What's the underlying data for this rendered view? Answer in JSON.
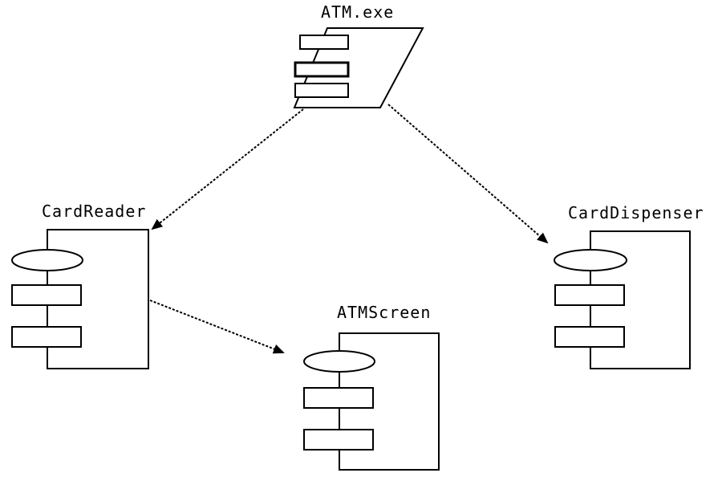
{
  "nodes": {
    "atm_exe": {
      "label": "ATM.exe"
    },
    "card_reader": {
      "label": "CardReader"
    },
    "card_dispenser": {
      "label": "CardDispenser"
    },
    "atm_screen": {
      "label": "ATMScreen"
    }
  },
  "edges": [
    {
      "from": "ATM.exe",
      "to": "CardReader"
    },
    {
      "from": "ATM.exe",
      "to": "CardDispenser"
    },
    {
      "from": "CardReader",
      "to": "ATMScreen"
    }
  ]
}
